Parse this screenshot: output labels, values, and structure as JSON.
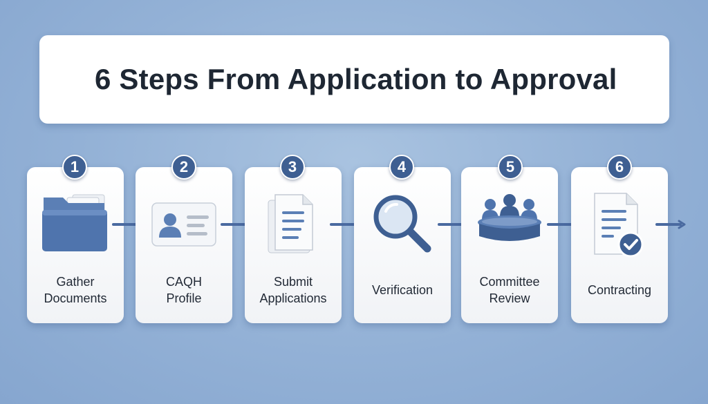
{
  "title": "6 Steps From Application to Approval",
  "steps": [
    {
      "number": "1",
      "label_line1": "Gather",
      "label_line2": "Documents",
      "icon": "folder-icon"
    },
    {
      "number": "2",
      "label_line1": "CAQH",
      "label_line2": "Profile",
      "icon": "id-card-icon"
    },
    {
      "number": "3",
      "label_line1": "Submit",
      "label_line2": "Applications",
      "icon": "documents-icon"
    },
    {
      "number": "4",
      "label_line1": "Verification",
      "label_line2": "",
      "icon": "magnifier-icon"
    },
    {
      "number": "5",
      "label_line1": "Committee",
      "label_line2": "Review",
      "icon": "committee-icon"
    },
    {
      "number": "6",
      "label_line1": "Contracting",
      "label_line2": "",
      "icon": "contract-check-icon"
    }
  ],
  "colors": {
    "accent": "#3e5f92",
    "icon_blue": "#5b7fb5",
    "background": "#93b1d6",
    "card": "#ffffff"
  }
}
